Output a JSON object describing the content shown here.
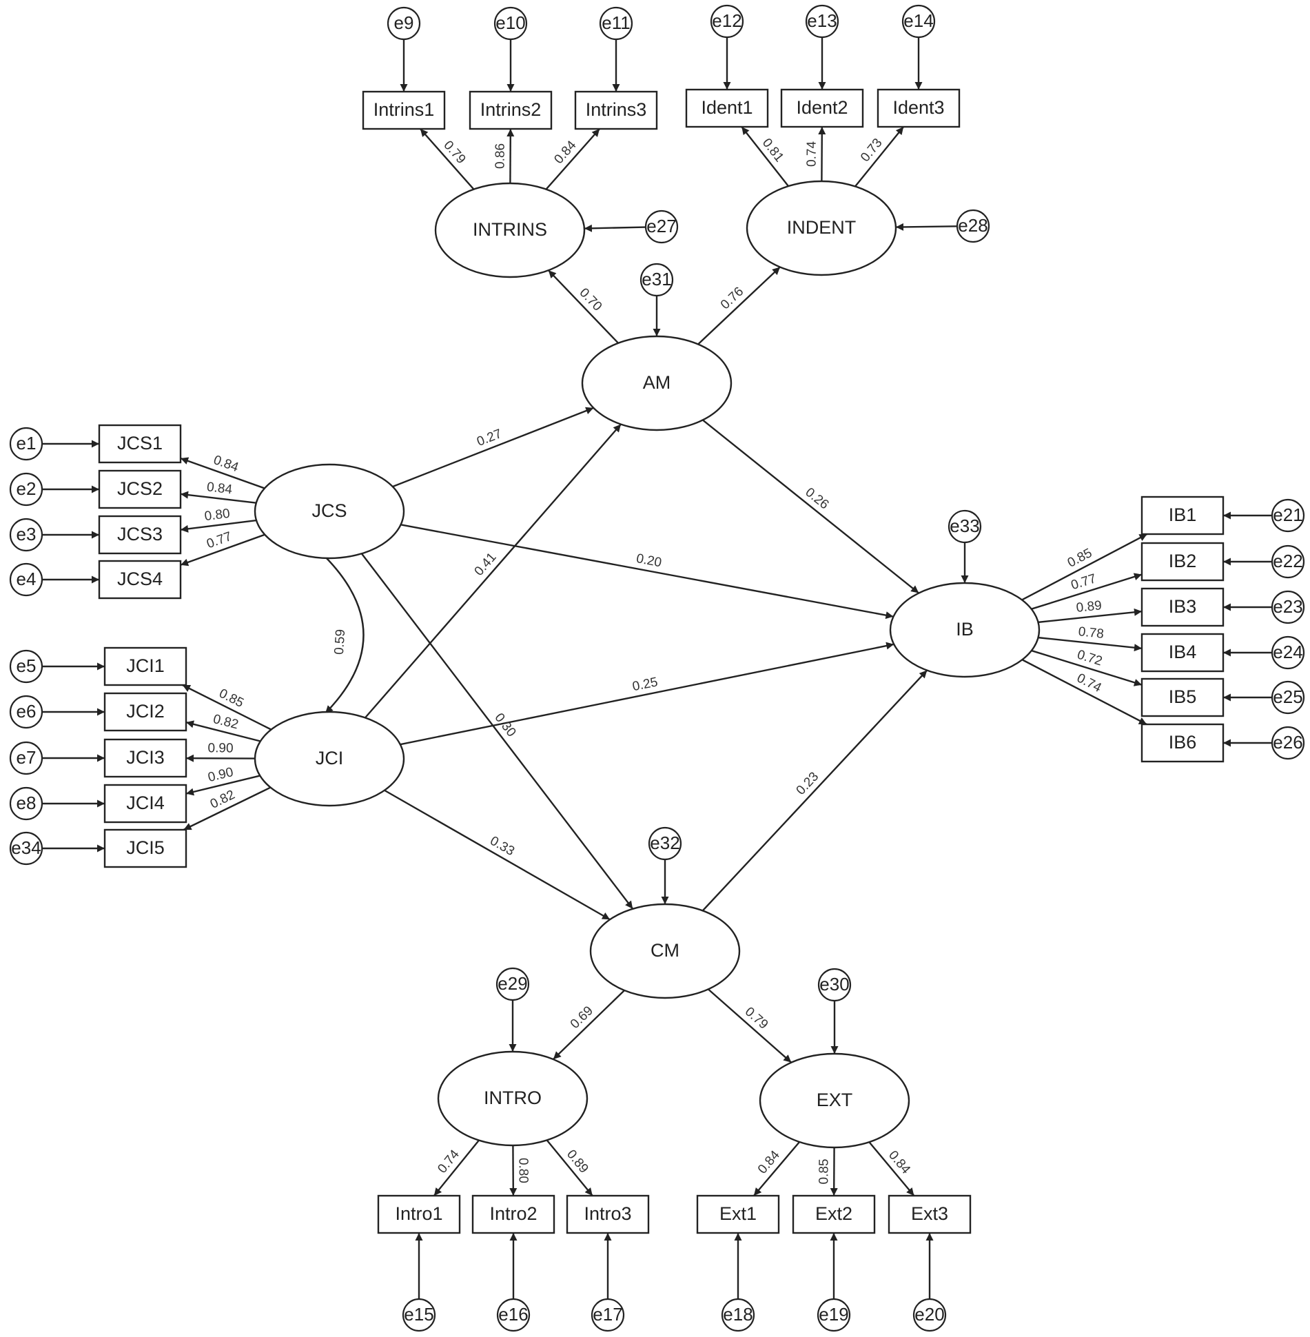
{
  "latents": [
    {
      "id": "INTRINS",
      "label": "INTRINS"
    },
    {
      "id": "INDENT",
      "label": "INDENT"
    },
    {
      "id": "AM",
      "label": "AM"
    },
    {
      "id": "JCS",
      "label": "JCS"
    },
    {
      "id": "JCI",
      "label": "JCI"
    },
    {
      "id": "IB",
      "label": "IB"
    },
    {
      "id": "CM",
      "label": "CM"
    },
    {
      "id": "INTRO",
      "label": "INTRO"
    },
    {
      "id": "EXT",
      "label": "EXT"
    }
  ],
  "indicators": [
    {
      "id": "Intrins1",
      "label": "Intrins1"
    },
    {
      "id": "Intrins2",
      "label": "Intrins2"
    },
    {
      "id": "Intrins3",
      "label": "Intrins3"
    },
    {
      "id": "Ident1",
      "label": "Ident1"
    },
    {
      "id": "Ident2",
      "label": "Ident2"
    },
    {
      "id": "Ident3",
      "label": "Ident3"
    },
    {
      "id": "JCS1",
      "label": "JCS1"
    },
    {
      "id": "JCS2",
      "label": "JCS2"
    },
    {
      "id": "JCS3",
      "label": "JCS3"
    },
    {
      "id": "JCS4",
      "label": "JCS4"
    },
    {
      "id": "JCI1",
      "label": "JCI1"
    },
    {
      "id": "JCI2",
      "label": "JCI2"
    },
    {
      "id": "JCI3",
      "label": "JCI3"
    },
    {
      "id": "JCI4",
      "label": "JCI4"
    },
    {
      "id": "JCI5",
      "label": "JCI5"
    },
    {
      "id": "IB1",
      "label": "IB1"
    },
    {
      "id": "IB2",
      "label": "IB2"
    },
    {
      "id": "IB3",
      "label": "IB3"
    },
    {
      "id": "IB4",
      "label": "IB4"
    },
    {
      "id": "IB5",
      "label": "IB5"
    },
    {
      "id": "IB6",
      "label": "IB6"
    },
    {
      "id": "Intro1",
      "label": "Intro1"
    },
    {
      "id": "Intro2",
      "label": "Intro2"
    },
    {
      "id": "Intro3",
      "label": "Intro3"
    },
    {
      "id": "Ext1",
      "label": "Ext1"
    },
    {
      "id": "Ext2",
      "label": "Ext2"
    },
    {
      "id": "Ext3",
      "label": "Ext3"
    }
  ],
  "errors": [
    {
      "id": "e9",
      "label": "e9",
      "target": "Intrins1"
    },
    {
      "id": "e10",
      "label": "e10",
      "target": "Intrins2"
    },
    {
      "id": "e11",
      "label": "e11",
      "target": "Intrins3"
    },
    {
      "id": "e12",
      "label": "e12",
      "target": "Ident1"
    },
    {
      "id": "e13",
      "label": "e13",
      "target": "Ident2"
    },
    {
      "id": "e14",
      "label": "e14",
      "target": "Ident3"
    },
    {
      "id": "e27",
      "label": "e27",
      "target": "INTRINS"
    },
    {
      "id": "e28",
      "label": "e28",
      "target": "INDENT"
    },
    {
      "id": "e31",
      "label": "e31",
      "target": "AM"
    },
    {
      "id": "e1",
      "label": "e1",
      "target": "JCS1"
    },
    {
      "id": "e2",
      "label": "e2",
      "target": "JCS2"
    },
    {
      "id": "e3",
      "label": "e3",
      "target": "JCS3"
    },
    {
      "id": "e4",
      "label": "e4",
      "target": "JCS4"
    },
    {
      "id": "e5",
      "label": "e5",
      "target": "JCI1"
    },
    {
      "id": "e6",
      "label": "e6",
      "target": "JCI2"
    },
    {
      "id": "e7",
      "label": "e7",
      "target": "JCI3"
    },
    {
      "id": "e8",
      "label": "e8",
      "target": "JCI4"
    },
    {
      "id": "e34",
      "label": "e34",
      "target": "JCI5"
    },
    {
      "id": "e33",
      "label": "e33",
      "target": "IB"
    },
    {
      "id": "e21",
      "label": "e21",
      "target": "IB1"
    },
    {
      "id": "e22",
      "label": "e22",
      "target": "IB2"
    },
    {
      "id": "e23",
      "label": "e23",
      "target": "IB3"
    },
    {
      "id": "e24",
      "label": "e24",
      "target": "IB4"
    },
    {
      "id": "e25",
      "label": "e25",
      "target": "IB5"
    },
    {
      "id": "e26",
      "label": "e26",
      "target": "IB6"
    },
    {
      "id": "e32",
      "label": "e32",
      "target": "CM"
    },
    {
      "id": "e29",
      "label": "e29",
      "target": "INTRO"
    },
    {
      "id": "e30",
      "label": "e30",
      "target": "EXT"
    },
    {
      "id": "e15",
      "label": "e15",
      "target": "Intro1"
    },
    {
      "id": "e16",
      "label": "e16",
      "target": "Intro2"
    },
    {
      "id": "e17",
      "label": "e17",
      "target": "Intro3"
    },
    {
      "id": "e18",
      "label": "e18",
      "target": "Ext1"
    },
    {
      "id": "e19",
      "label": "e19",
      "target": "Ext2"
    },
    {
      "id": "e20",
      "label": "e20",
      "target": "Ext3"
    }
  ],
  "paths": [
    {
      "from": "INTRINS",
      "to": "Intrins1",
      "coef": "0.79"
    },
    {
      "from": "INTRINS",
      "to": "Intrins2",
      "coef": "0.86"
    },
    {
      "from": "INTRINS",
      "to": "Intrins3",
      "coef": "0.84"
    },
    {
      "from": "INDENT",
      "to": "Ident1",
      "coef": "0.81"
    },
    {
      "from": "INDENT",
      "to": "Ident2",
      "coef": "0.74"
    },
    {
      "from": "INDENT",
      "to": "Ident3",
      "coef": "0.73"
    },
    {
      "from": "AM",
      "to": "INTRINS",
      "coef": "0.70"
    },
    {
      "from": "AM",
      "to": "INDENT",
      "coef": "0.76"
    },
    {
      "from": "JCS",
      "to": "AM",
      "coef": "0.27"
    },
    {
      "from": "JCI",
      "to": "AM",
      "coef": "0.41"
    },
    {
      "from": "AM",
      "to": "IB",
      "coef": "0.26"
    },
    {
      "from": "JCS",
      "to": "IB",
      "coef": "0.20"
    },
    {
      "from": "JCI",
      "to": "IB",
      "coef": "0.25"
    },
    {
      "from": "CM",
      "to": "IB",
      "coef": "0.23"
    },
    {
      "from": "JCS",
      "to": "CM",
      "coef": "0.30"
    },
    {
      "from": "JCI",
      "to": "CM",
      "coef": "0.33"
    },
    {
      "from": "JCS",
      "to": "JCS1",
      "coef": "0.84"
    },
    {
      "from": "JCS",
      "to": "JCS2",
      "coef": "0.84"
    },
    {
      "from": "JCS",
      "to": "JCS3",
      "coef": "0.80"
    },
    {
      "from": "JCS",
      "to": "JCS4",
      "coef": "0.77"
    },
    {
      "from": "JCI",
      "to": "JCI1",
      "coef": "0.85"
    },
    {
      "from": "JCI",
      "to": "JCI2",
      "coef": "0.82"
    },
    {
      "from": "JCI",
      "to": "JCI3",
      "coef": "0.90"
    },
    {
      "from": "JCI",
      "to": "JCI4",
      "coef": "0.90"
    },
    {
      "from": "JCI",
      "to": "JCI5",
      "coef": "0.82"
    },
    {
      "from": "IB",
      "to": "IB1",
      "coef": "0.85"
    },
    {
      "from": "IB",
      "to": "IB2",
      "coef": "0.77"
    },
    {
      "from": "IB",
      "to": "IB3",
      "coef": "0.89"
    },
    {
      "from": "IB",
      "to": "IB4",
      "coef": "0.78"
    },
    {
      "from": "IB",
      "to": "IB5",
      "coef": "0.72"
    },
    {
      "from": "IB",
      "to": "IB6",
      "coef": "0.74"
    },
    {
      "from": "CM",
      "to": "INTRO",
      "coef": "0.69"
    },
    {
      "from": "CM",
      "to": "EXT",
      "coef": "0.79"
    },
    {
      "from": "INTRO",
      "to": "Intro1",
      "coef": "0.74"
    },
    {
      "from": "INTRO",
      "to": "Intro2",
      "coef": "0.80"
    },
    {
      "from": "INTRO",
      "to": "Intro3",
      "coef": "0.89"
    },
    {
      "from": "EXT",
      "to": "Ext1",
      "coef": "0.84"
    },
    {
      "from": "EXT",
      "to": "Ext2",
      "coef": "0.85"
    },
    {
      "from": "EXT",
      "to": "Ext3",
      "coef": "0.84"
    }
  ],
  "covariances": [
    {
      "a": "JCS",
      "b": "JCI",
      "coef": "0.59"
    }
  ],
  "colors": {
    "stroke": "#222222",
    "background": "#ffffff",
    "coefficient": "#333333"
  }
}
